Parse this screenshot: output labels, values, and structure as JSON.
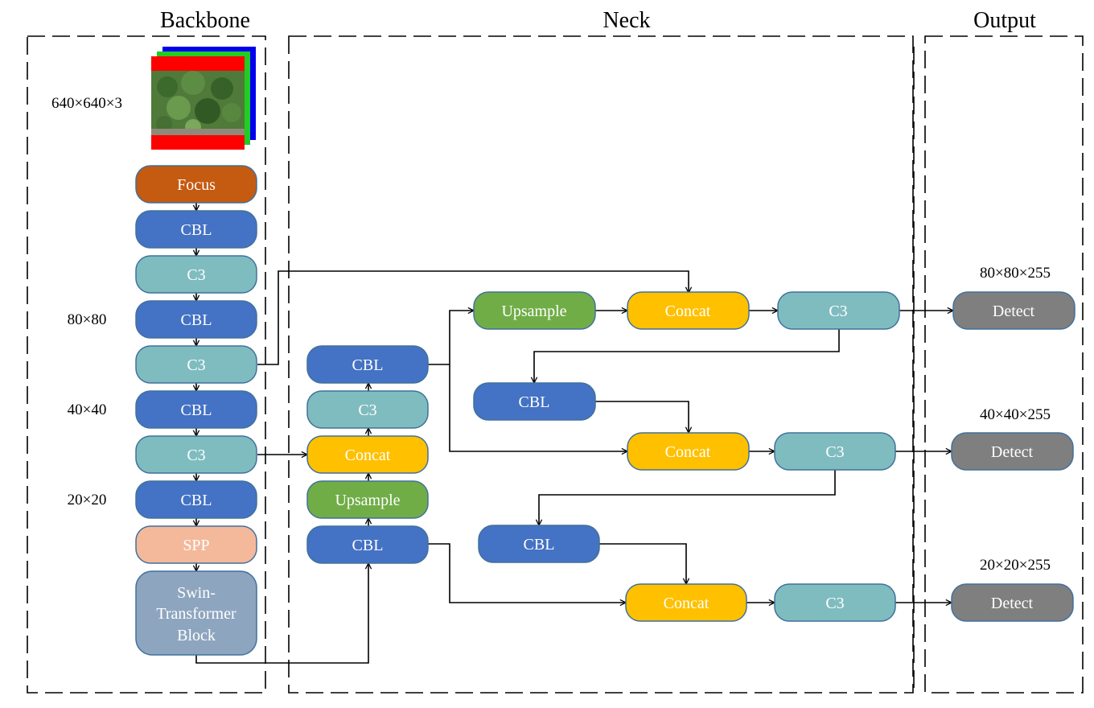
{
  "sections": {
    "backbone": "Backbone",
    "neck": "Neck",
    "output": "Output"
  },
  "dims": {
    "input": "640×640×3",
    "p80": "80×80",
    "p40": "40×40",
    "p20": "20×20",
    "out80": "80×80×255",
    "out40": "40×40×255",
    "out20": "20×20×255"
  },
  "backbone": {
    "focus": "Focus",
    "cbl1": "CBL",
    "c3_1": "C3",
    "cbl2": "CBL",
    "c3_2": "C3",
    "cbl3": "CBL",
    "c3_3": "C3",
    "cbl4": "CBL",
    "spp": "SPP",
    "swin": [
      "Swin-",
      "Transformer",
      "Block"
    ]
  },
  "neck": {
    "col1": {
      "cbl_top": "CBL",
      "c3": "C3",
      "concat": "Concat",
      "upsample": "Upsample",
      "cbl_bottom": "CBL"
    },
    "row80": {
      "upsample": "Upsample",
      "concat": "Concat",
      "c3": "C3"
    },
    "row40": {
      "cbl": "CBL",
      "concat": "Concat",
      "c3": "C3"
    },
    "row20": {
      "cbl": "CBL",
      "concat": "Concat",
      "c3": "C3"
    }
  },
  "output": {
    "detect80": "Detect",
    "detect40": "Detect",
    "detect20": "Detect"
  },
  "colors": {
    "focus": "#c55a11",
    "cbl": "#4472c4",
    "c3": "#7fbcbf",
    "concat": "#ffc000",
    "upsample": "#70ad47",
    "spp": "#f4b99b",
    "swin": "#8ea5bf",
    "detect": "#7f7f7f"
  }
}
